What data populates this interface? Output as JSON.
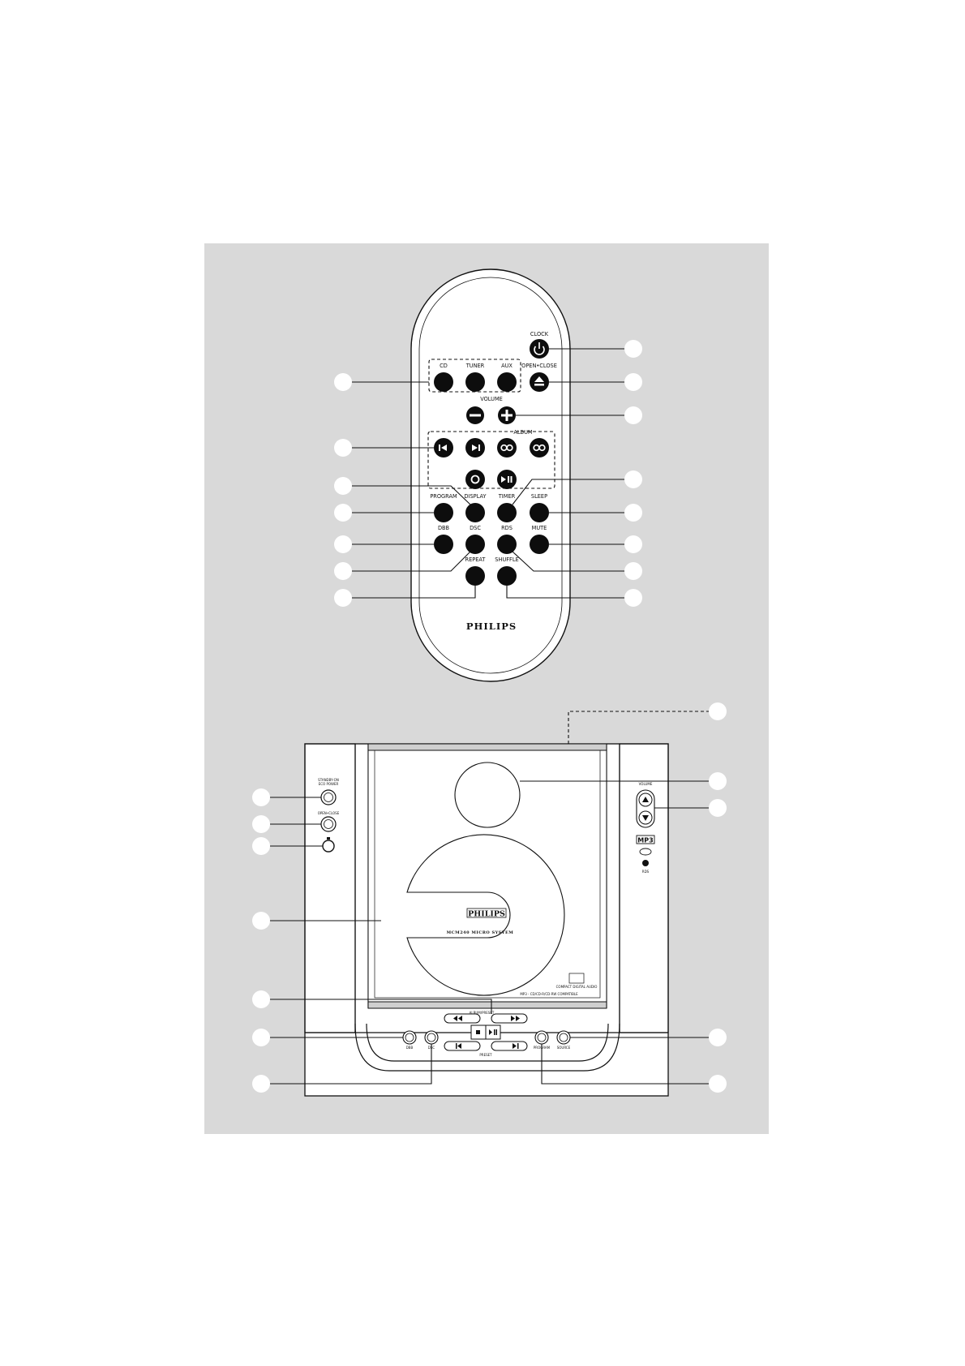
{
  "remote": {
    "brand": "PHILIPS",
    "labels": {
      "clock": "CLOCK",
      "open_close": "OPEN•CLOSE",
      "cd": "CD",
      "tuner": "TUNER",
      "aux": "AUX",
      "volume": "VOLUME",
      "album": "ALBUM",
      "program": "PROGRAM",
      "display": "DISPLAY",
      "timer": "TIMER",
      "sleep": "SLEEP",
      "dbb": "DBB",
      "dsc": "DSC",
      "rds": "RDS",
      "mute": "MUTE",
      "repeat": "REPEAT",
      "shuffle": "SHUFFLE"
    }
  },
  "unit": {
    "brand": "PHILIPS",
    "model": "MCM240 MICRO SYSTEM",
    "compat": "MP3 - CD/CD-R/CD-RW COMPATIBLE",
    "cd_logo": "COMPACT DIGITAL AUDIO",
    "labels": {
      "standby": "STANDBY-ON",
      "eco": "ECO POWER",
      "open_close": "OPEN•CLOSE",
      "volume": "VOLUME",
      "mp3": "MP3",
      "album_preset": "ALBUM/PRESET",
      "preset": "PRESET",
      "dbb": "DBB",
      "dsc": "DSC",
      "program": "PROGRAM",
      "source": "SOURCE",
      "rds": "RDS"
    }
  }
}
